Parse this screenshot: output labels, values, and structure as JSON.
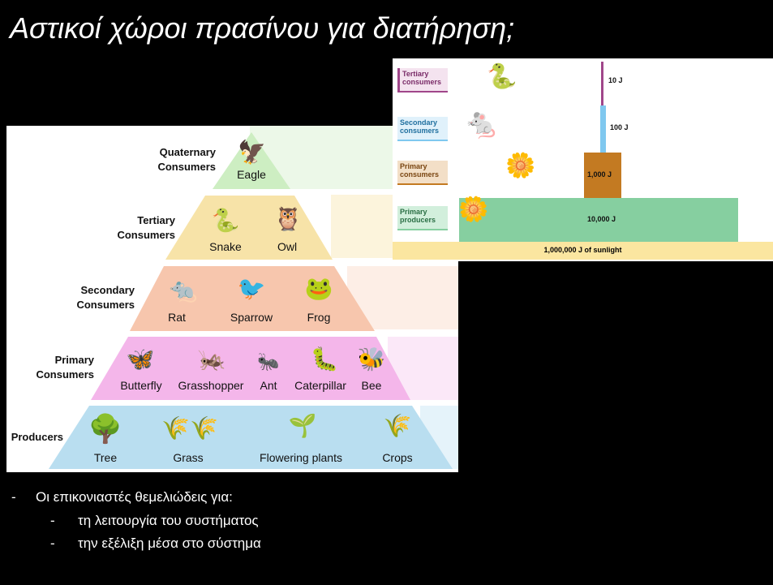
{
  "title": "Αστικοί χώροι πρασίνου για διατήρηση;",
  "pyramid": {
    "levels": [
      {
        "label": "Quaternary Consumers",
        "organisms": [
          "Eagle"
        ]
      },
      {
        "label": "Tertiary Consumers",
        "organisms": [
          "Snake",
          "Owl"
        ]
      },
      {
        "label": "Secondary Consumers",
        "organisms": [
          "Rat",
          "Sparrow",
          "Frog"
        ]
      },
      {
        "label": "Primary Consumers",
        "organisms": [
          "Butterfly",
          "Grasshopper",
          "Ant",
          "Caterpillar",
          "Bee"
        ]
      },
      {
        "label": "Producers",
        "organisms": [
          "Tree",
          "Grass",
          "Flowering plants",
          "Crops"
        ]
      }
    ],
    "colors": {
      "quaternary": "#cdeec2",
      "tertiary": "#f7e3a8",
      "secondary": "#f7c6ad",
      "primary": "#f4b6ea",
      "producers": "#b9def0"
    }
  },
  "energy": {
    "levels": [
      {
        "label": "Tertiary consumers",
        "value": "10 J",
        "color": "#a0468a"
      },
      {
        "label": "Secondary consumers",
        "value": "100 J",
        "color": "#7fc8ef"
      },
      {
        "label": "Primary consumers",
        "value": "1,000 J",
        "color": "#c37a22"
      },
      {
        "label": "Primary producers",
        "value": "10,000 J",
        "color": "#86cfa0"
      }
    ],
    "sunlight": "1,000,000 J of sunlight"
  },
  "bullets": {
    "main": "Οι επικονιαστές θεμελιώδεις για:",
    "sub": [
      "τη λειτουργία του συστήματος",
      "την εξέλιξη μέσα στο σύστημα"
    ]
  }
}
